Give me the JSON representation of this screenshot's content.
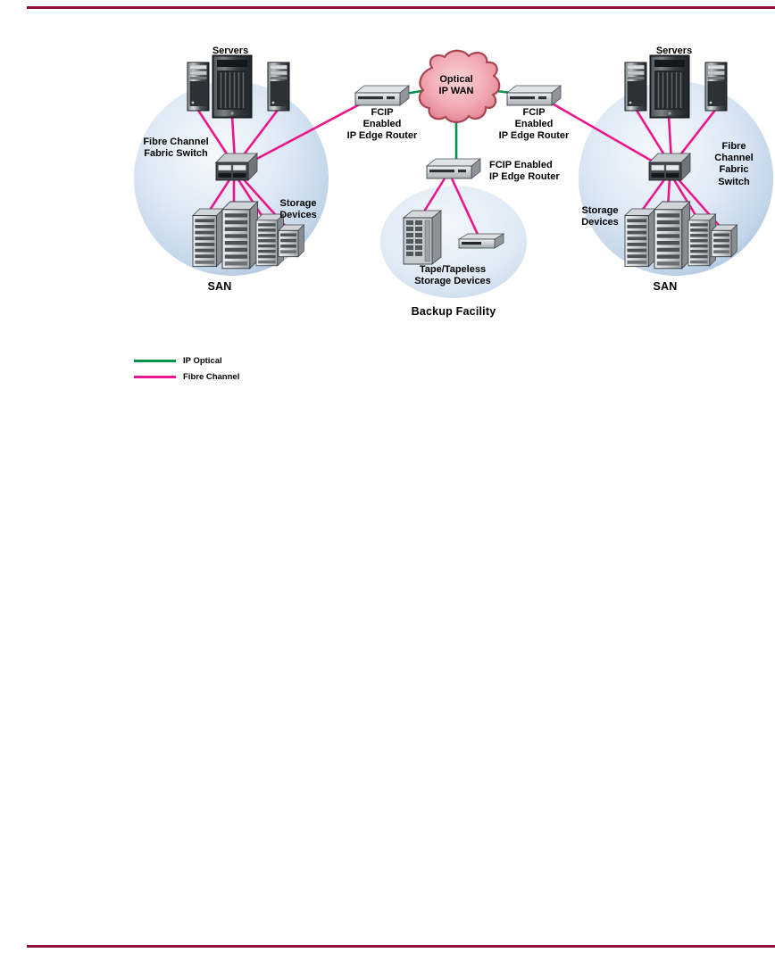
{
  "document": {
    "rule_color": "#8E1140"
  },
  "diagram": {
    "sans": [
      {
        "servers_label": "Servers",
        "switch_label": "Fibre Channel\nFabric Switch",
        "storage_label": "Storage\nDevices",
        "san_label": "SAN"
      },
      {
        "servers_label": "Servers",
        "switch_label": "Fibre Channel\nFabric Switch",
        "storage_label": "Storage\nDevices",
        "san_label": "SAN"
      }
    ],
    "wan": {
      "label": "Optical\nIP WAN"
    },
    "routers": {
      "left": "FCIP\nEnabled\nIP Edge Router",
      "right": "FCIP\nEnabled\nIP Edge Router",
      "backup": "FCIP Enabled\nIP Edge Router"
    },
    "backup_facility": {
      "storage_label": "Tape/Tapeless\nStorage Devices",
      "label": "Backup Facility"
    },
    "legend": [
      {
        "label": "IP Optical",
        "color": "#00914B"
      },
      {
        "label": "Fibre Channel",
        "color": "#EC168C"
      }
    ]
  }
}
